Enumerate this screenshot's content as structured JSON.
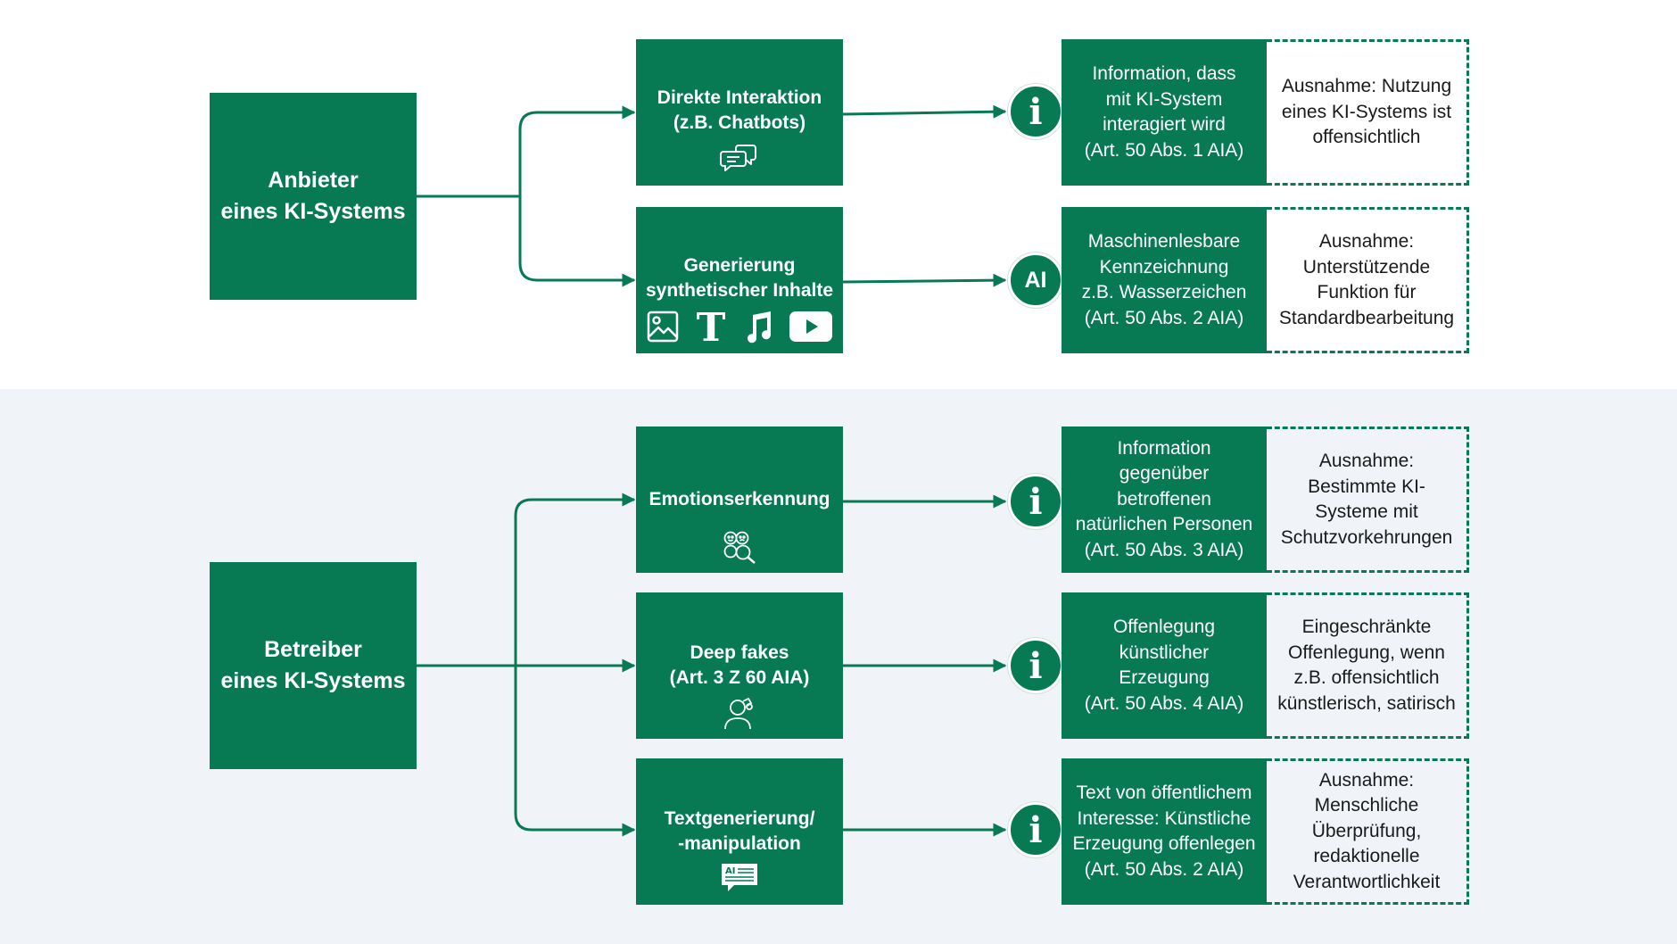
{
  "colors": {
    "primary": "#077a53",
    "band_bottom": "#f0f4f8"
  },
  "actors": [
    {
      "line1": "Anbieter",
      "line2": "eines KI-Systems"
    },
    {
      "line1": "Betreiber",
      "line2": "eines KI-Systems"
    }
  ],
  "cases": [
    {
      "lines": [
        "Direkte Interaktion",
        "(z.B. Chatbots)"
      ],
      "icons": [
        "chat-bubbles-icon"
      ]
    },
    {
      "lines": [
        "Generierung",
        "synthetischer Inhalte"
      ],
      "icons": [
        "image-icon",
        "text-t-icon",
        "music-note-icon",
        "play-video-icon"
      ]
    },
    {
      "lines": [
        "Emotionserkennung"
      ],
      "icons": [
        "faces-magnifier-icon"
      ]
    },
    {
      "lines": [
        "Deep fakes",
        "(Art. 3 Z 60 AIA)"
      ],
      "icons": [
        "person-face-icon"
      ]
    },
    {
      "lines": [
        "Textgenerierung/",
        "-manipulation"
      ],
      "icons": [
        "ai-document-icon"
      ]
    }
  ],
  "badges": [
    {
      "symbol": "i"
    },
    {
      "symbol": "AI"
    },
    {
      "symbol": "i"
    },
    {
      "symbol": "i"
    },
    {
      "symbol": "i"
    }
  ],
  "obligations": [
    {
      "lines": [
        "Information, dass",
        "mit KI-System",
        "interagiert wird",
        "(Art. 50 Abs. 1 AIA)"
      ]
    },
    {
      "lines": [
        "Maschinenlesbare",
        "Kennzeichnung",
        "z.B. Wasserzeichen",
        "(Art. 50 Abs. 2 AIA)"
      ]
    },
    {
      "lines": [
        "Information",
        "gegenüber",
        "betroffenen",
        "natürlichen Personen",
        "(Art. 50 Abs. 3 AIA)"
      ]
    },
    {
      "lines": [
        "Offenlegung",
        "künstlicher",
        "Erzeugung",
        "(Art. 50 Abs. 4 AIA)"
      ]
    },
    {
      "lines": [
        "Text von öffentlichem",
        "Interesse: Künstliche",
        "Erzeugung offenlegen",
        "(Art. 50 Abs. 2 AIA)"
      ]
    }
  ],
  "exceptions": [
    {
      "lines": [
        "Ausnahme: Nutzung",
        "eines KI-Systems ist",
        "offensichtlich"
      ]
    },
    {
      "lines": [
        "Ausnahme:",
        "Unterstützende",
        "Funktion für",
        "Standardbearbeitung"
      ]
    },
    {
      "lines": [
        "Ausnahme:",
        "Bestimmte KI-",
        "Systeme mit",
        "Schutzvorkehrungen"
      ]
    },
    {
      "lines": [
        "Eingeschränkte",
        "Offenlegung, wenn",
        "z.B. offensichtlich",
        "künstlerisch, satirisch"
      ]
    },
    {
      "lines": [
        "Ausnahme:",
        "Menschliche",
        "Überprüfung,",
        "redaktionelle",
        "Verantwortlichkeit"
      ]
    }
  ]
}
